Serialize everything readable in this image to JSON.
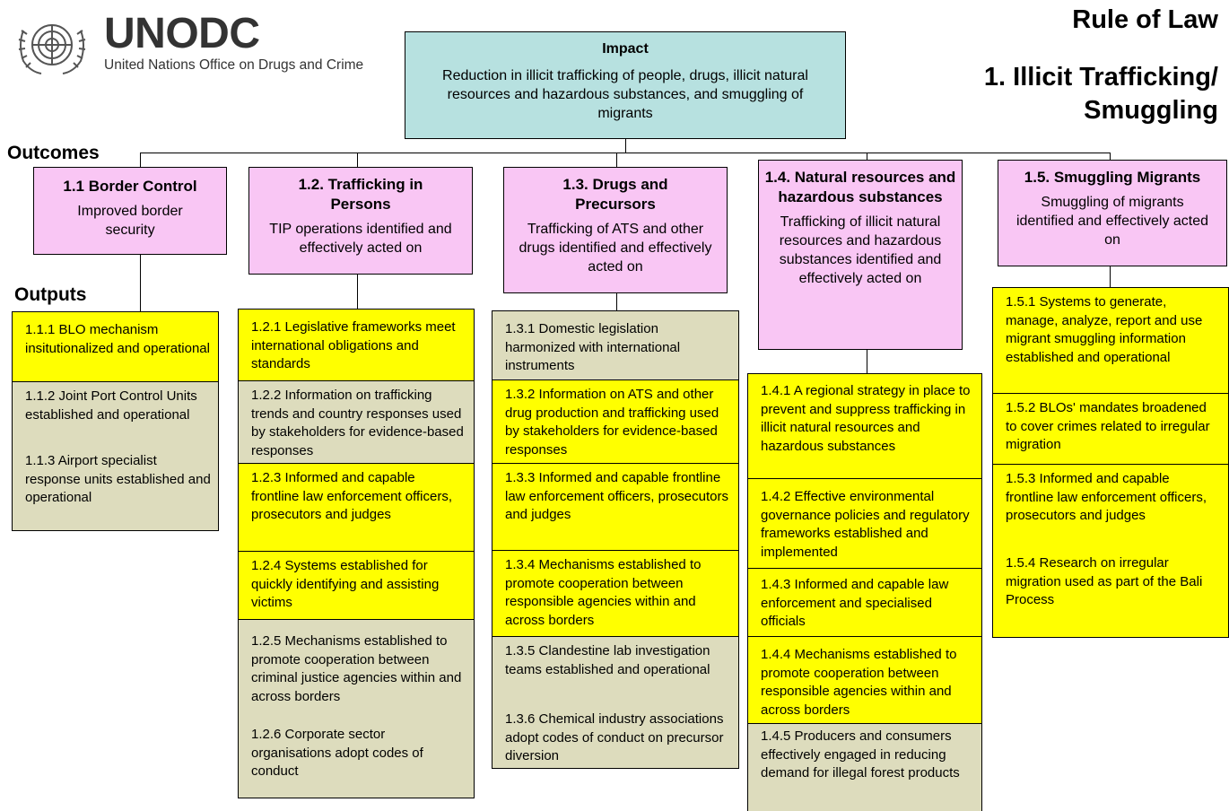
{
  "header": {
    "logo_name": "UNODC",
    "logo_subtitle": "United Nations Office on Drugs and Crime",
    "title": "Rule of Law",
    "subtitle_line1": "1.  Illicit Trafficking/",
    "subtitle_line2": "Smuggling"
  },
  "labels": {
    "outcomes": "Outcomes",
    "outputs": "Outputs"
  },
  "impact": {
    "heading": "Impact",
    "text": "Reduction in illicit trafficking of people, drugs, illicit natural resources and hazardous substances, and smuggling of migrants"
  },
  "outcomes": [
    {
      "heading": "1.1 Border Control",
      "text": "Improved border security"
    },
    {
      "heading": "1.2. Trafficking in Persons",
      "text": "TIP operations identified and effectively acted on"
    },
    {
      "heading": "1.3. Drugs and Precursors",
      "text": "Trafficking of ATS and other drugs identified and effectively acted on"
    },
    {
      "heading": "1.4. Natural resources and hazardous substances",
      "text": "Trafficking of illicit natural resources and hazardous substances identified and effectively acted on"
    },
    {
      "heading": "1.5. Smuggling Migrants",
      "text": "Smuggling of migrants identified and effectively acted on"
    }
  ],
  "outputs": {
    "col1": [
      {
        "text": "1.1.1 BLO mechanism insitutionalized and operational",
        "status": "yellow"
      },
      {
        "text": "1.1.2 Joint Port Control Units established and operational",
        "status": "olive"
      },
      {
        "text": "1.1.3 Airport specialist response units established and operational",
        "status": "olive"
      }
    ],
    "col2": [
      {
        "text": "1.2.1 Legislative frameworks meet international obligations and standards",
        "status": "yellow"
      },
      {
        "text": "1.2.2 Information on trafficking trends and country responses used by stakeholders for evidence-based responses",
        "status": "olive"
      },
      {
        "text": "1.2.3 Informed and capable frontline law enforcement officers, prosecutors and judges",
        "status": "yellow"
      },
      {
        "text": "1.2.4 Systems established for quickly identifying and assisting victims",
        "status": "yellow"
      },
      {
        "text": "1.2.5 Mechanisms established to promote cooperation between criminal justice agencies within and across borders",
        "status": "olive"
      },
      {
        "text": "1.2.6 Corporate sector organisations adopt codes of conduct",
        "status": "olive"
      }
    ],
    "col3": [
      {
        "text": "1.3.1 Domestic legislation harmonized with international instruments",
        "status": "olive"
      },
      {
        "text": "1.3.2 Information on ATS and other drug production and trafficking used by stakeholders for evidence-based responses",
        "status": "yellow"
      },
      {
        "text": "1.3.3 Informed and capable frontline law enforcement officers, prosecutors and judges",
        "status": "yellow"
      },
      {
        "text": "1.3.4 Mechanisms established to promote cooperation between responsible agencies within and across borders",
        "status": "yellow"
      },
      {
        "text": "1.3.5 Clandestine lab investigation teams established and operational",
        "status": "olive"
      },
      {
        "text": "1.3.6 Chemical industry associations adopt codes of conduct on precursor diversion",
        "status": "olive"
      }
    ],
    "col4": [
      {
        "text": "1.4.1 A regional strategy in place to prevent and suppress trafficking in illicit natural resources and hazardous substances",
        "status": "yellow"
      },
      {
        "text": "1.4.2  Effective environmental governance policies and regulatory frameworks established and implemented",
        "status": "yellow"
      },
      {
        "text": "1.4.3 Informed and capable law enforcement and specialised officials",
        "status": "yellow"
      },
      {
        "text": "1.4.4 Mechanisms established to promote cooperation between responsible agencies within and across borders",
        "status": "yellow"
      },
      {
        "text": "1.4.5  Producers and consumers effectively engaged in reducing demand for illegal forest products",
        "status": "olive"
      }
    ],
    "col5": [
      {
        "text": "1.5.1 Systems to generate, manage, analyze, report and use migrant smuggling information established and operational",
        "status": "yellow"
      },
      {
        "text": "1.5.2 BLOs' mandates broadened to cover crimes related to irregular migration",
        "status": "yellow"
      },
      {
        "text": "1.5.3 Informed and capable frontline law enforcement officers, prosecutors and judges",
        "status": "yellow"
      },
      {
        "text": "1.5.4 Research on irregular migration used as part of the Bali Process",
        "status": "yellow"
      }
    ]
  },
  "colors": {
    "yellow": "#ffff00",
    "olive": "#dddcbd",
    "pink": "#f9c6f4",
    "cyan": "#b7e1e0"
  }
}
